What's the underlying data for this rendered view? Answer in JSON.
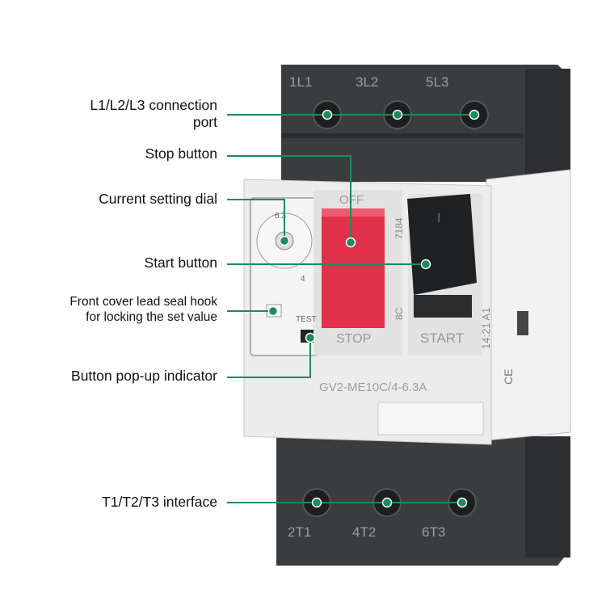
{
  "callouts": {
    "line_ports": [
      "L1/L2/L3 connection",
      "port"
    ],
    "stop_button": "Stop button",
    "current_dial": "Current setting dial",
    "start_button": "Start button",
    "lead_seal": [
      "Front cover lead seal hook",
      "for locking the set value"
    ],
    "popup_indicator": "Button pop-up indicator",
    "load_ports": "T1/T2/T3 interface"
  },
  "device": {
    "top_terminals": [
      "1L1",
      "3L2",
      "5L3"
    ],
    "bottom_terminals": [
      "2T1",
      "4T2",
      "6T3"
    ],
    "off_label": "OFF",
    "stop_label": "STOP",
    "start_label": "START",
    "test_label": "TEST",
    "dial_max": "6.3",
    "dial_min": "4",
    "model_number": "GV2-ME10C/4-6.3A",
    "side_code_a": "7184",
    "side_code_b": "8C",
    "contact_code": "14:21 A1",
    "ce_mark": "CE",
    "start_symbol": "I"
  },
  "colors": {
    "leader": "#1e8a5a",
    "housing": "#3a3d40",
    "cover": "#ececec",
    "stop_red": "#e0304a",
    "start_black": "#1f2123"
  }
}
